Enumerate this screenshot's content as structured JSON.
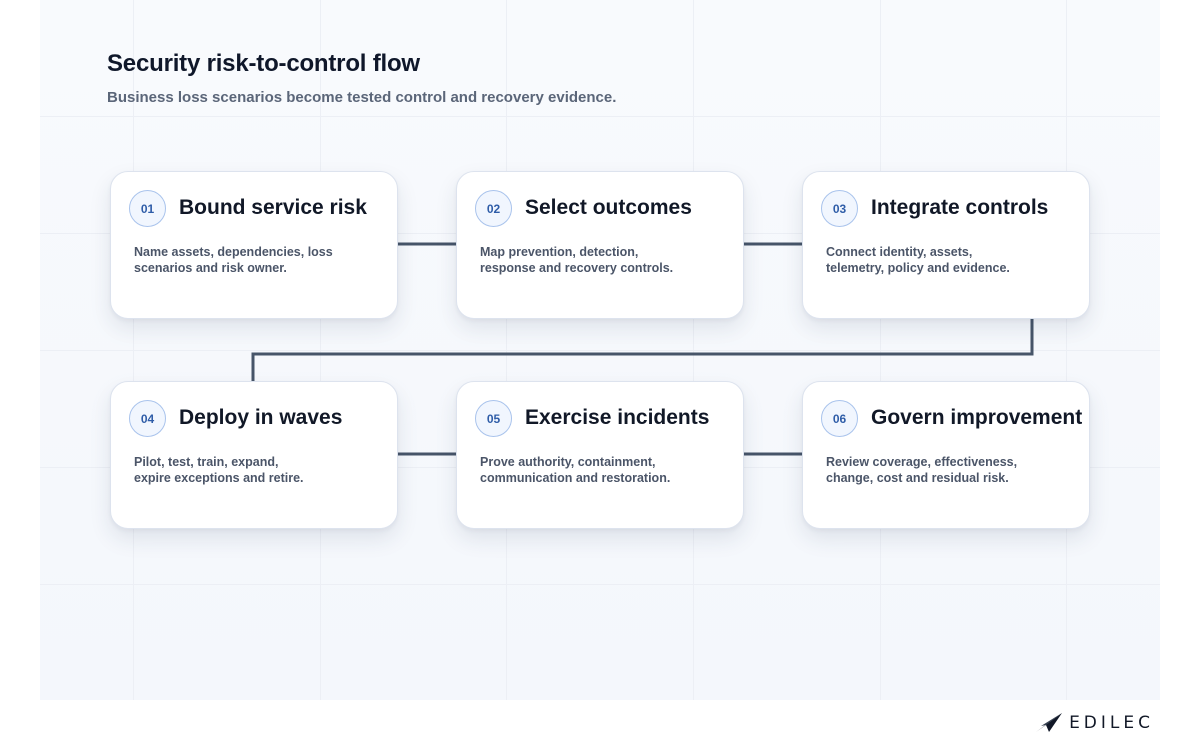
{
  "title": "Security risk-to-control flow",
  "subtitle": "Business loss scenarios become tested control and recovery evidence.",
  "steps": [
    {
      "number": "01",
      "title": "Bound service risk",
      "desc_line1": "Name assets, dependencies, loss",
      "desc_line2": "scenarios and risk owner."
    },
    {
      "number": "02",
      "title": "Select outcomes",
      "desc_line1": "Map prevention, detection,",
      "desc_line2": "response and recovery controls."
    },
    {
      "number": "03",
      "title": "Integrate controls",
      "desc_line1": "Connect identity, assets,",
      "desc_line2": "telemetry, policy and evidence."
    },
    {
      "number": "04",
      "title": "Deploy in waves",
      "desc_line1": "Pilot, test, train, expand,",
      "desc_line2": "expire exceptions and retire."
    },
    {
      "number": "05",
      "title": "Exercise incidents",
      "desc_line1": "Prove authority, containment,",
      "desc_line2": "communication and restoration."
    },
    {
      "number": "06",
      "title": "Govern improvement",
      "desc_line1": "Review coverage, effectiveness,",
      "desc_line2": "change, cost and residual risk."
    }
  ],
  "brand": {
    "name": "EDILEC",
    "icon": "paper-plane-logo-icon"
  },
  "colors": {
    "connector": "#475569",
    "badge_text": "#2f5da8",
    "badge_border": "#a9c3ec"
  }
}
